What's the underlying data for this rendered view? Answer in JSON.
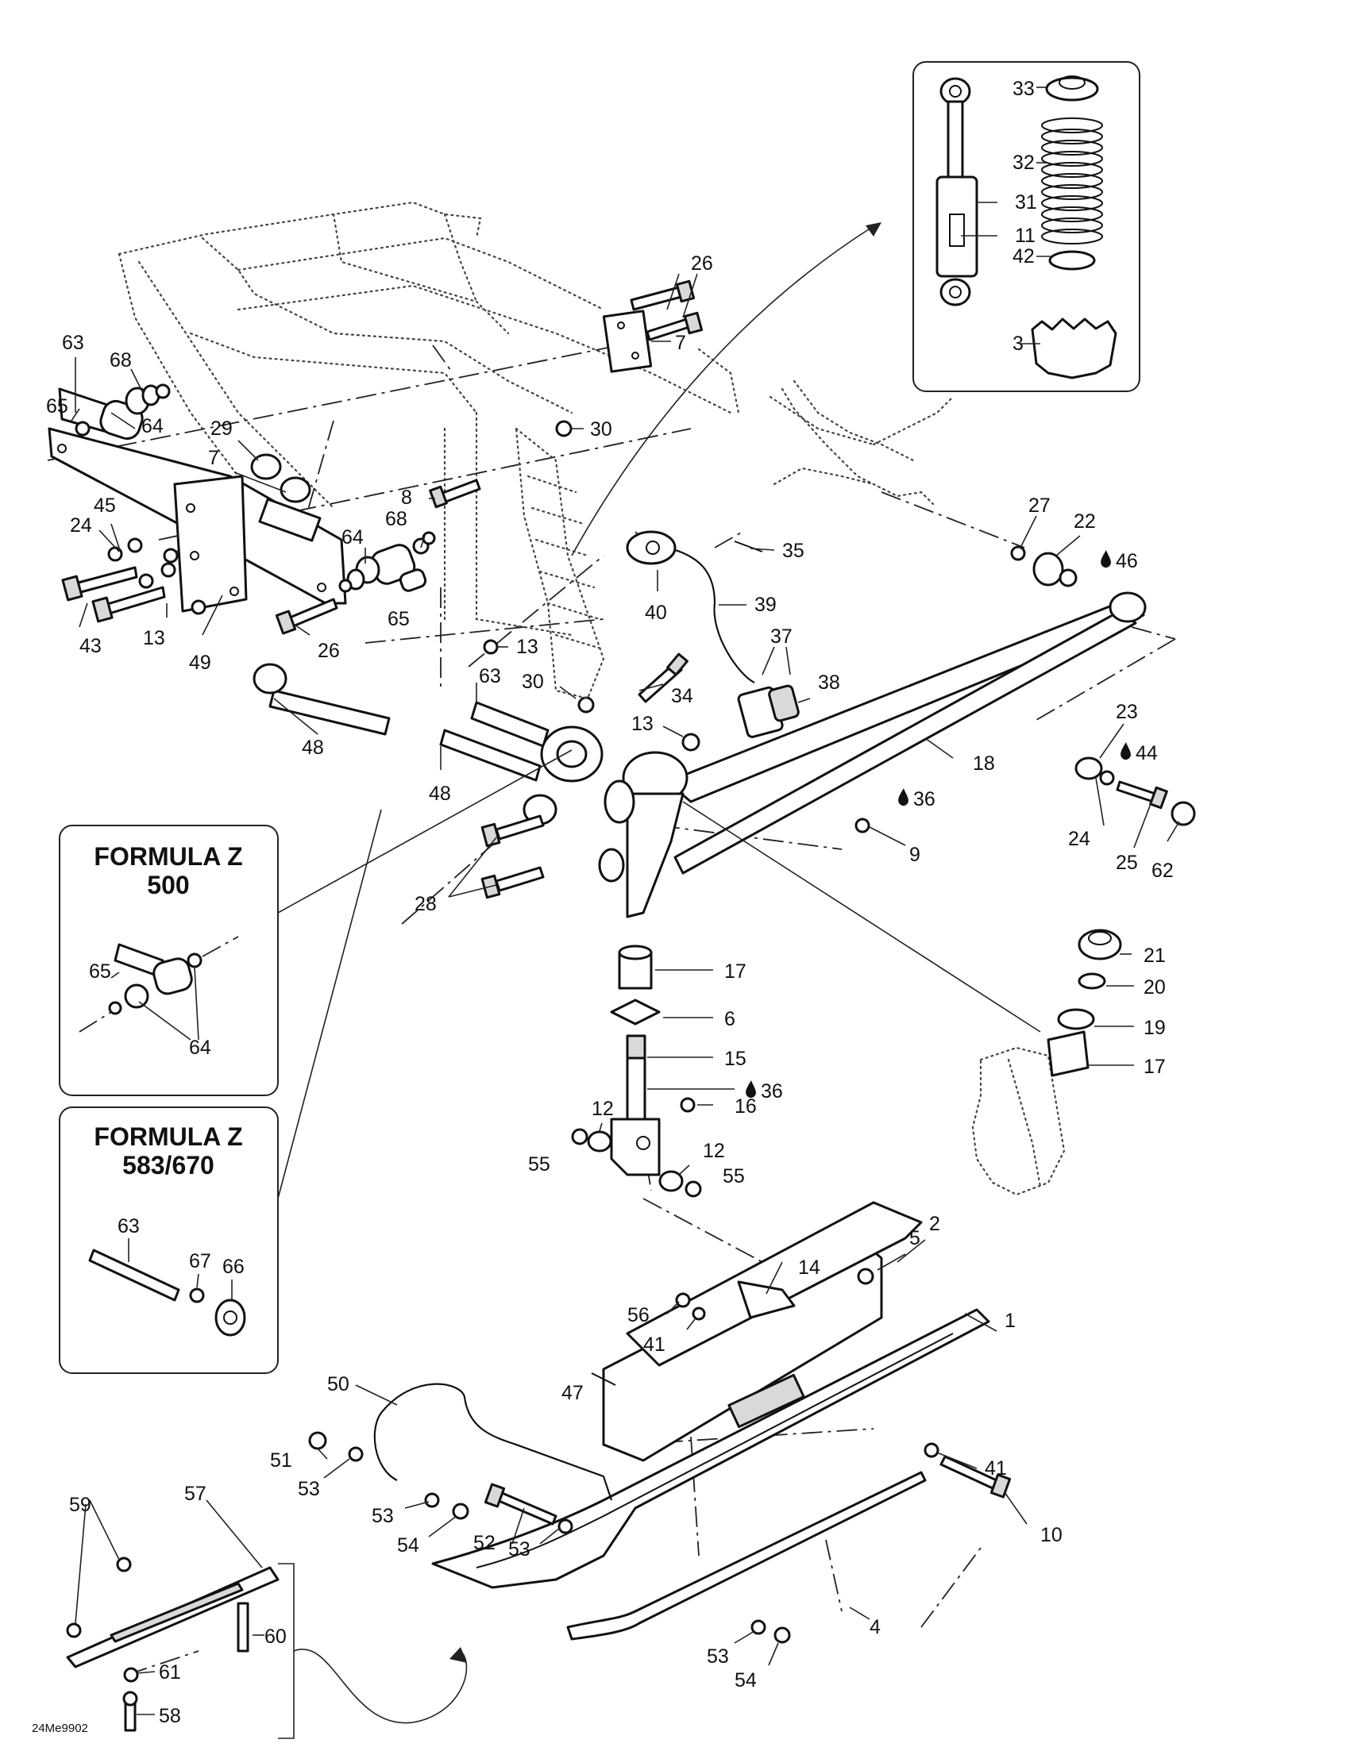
{
  "diagram": {
    "code": "24Me9902",
    "box_a": {
      "line1": "FORMULA Z",
      "line2": "500",
      "labels": [
        "65",
        "64"
      ]
    },
    "box_b": {
      "line1": "FORMULA Z",
      "line2": "583/670",
      "labels": [
        "63",
        "67",
        "66"
      ]
    },
    "callouts": [
      "33",
      "32",
      "31",
      "11",
      "42",
      "3",
      "26",
      "7",
      "63",
      "68",
      "65",
      "64",
      "29",
      "7",
      "30",
      "8",
      "68",
      "64",
      "65",
      "45",
      "24",
      "43",
      "13",
      "49",
      "26",
      "13",
      "35",
      "40",
      "39",
      "37",
      "38",
      "27",
      "22",
      "46",
      "63",
      "30",
      "34",
      "48",
      "48",
      "13",
      "18",
      "23",
      "44",
      "36",
      "9",
      "24",
      "25",
      "62",
      "28",
      "17",
      "6",
      "15",
      "36",
      "12",
      "16",
      "55",
      "12",
      "55",
      "21",
      "20",
      "19",
      "17",
      "14",
      "5",
      "2",
      "1",
      "56",
      "41",
      "47",
      "50",
      "51",
      "53",
      "57",
      "59",
      "53",
      "54",
      "52",
      "53",
      "41",
      "10",
      "60",
      "61",
      "58",
      "4",
      "53",
      "54"
    ]
  }
}
